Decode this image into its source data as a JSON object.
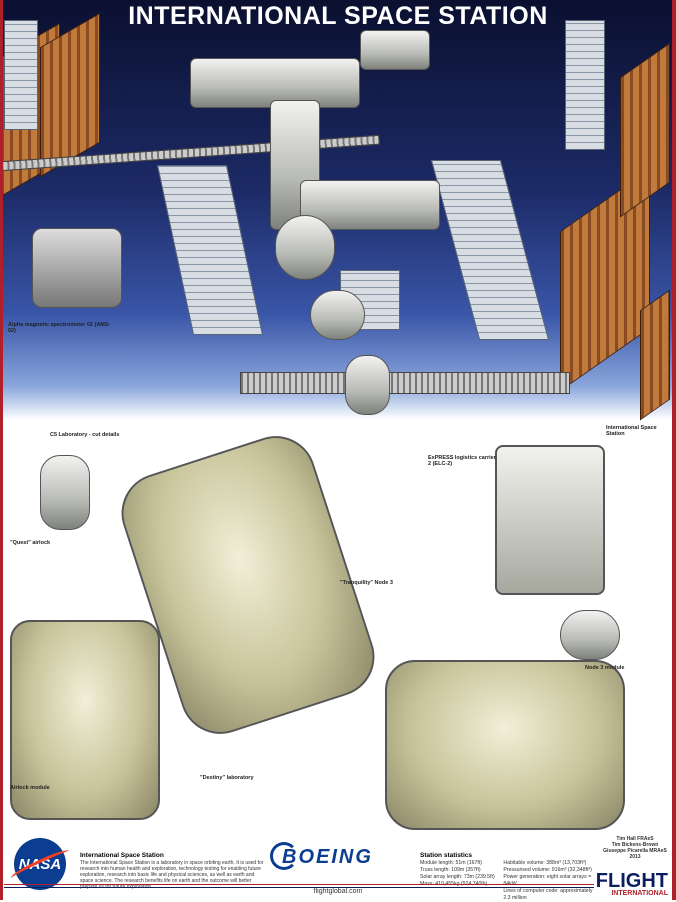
{
  "title": "INTERNATIONAL SPACE STATION",
  "labels": {
    "ams": "Alpha magnetic spectrometer 02 (AMS-02)",
    "lab_cutaway": "C5 Laboratory - cut details",
    "quest": "\"Quest\" airlock",
    "destiny": "\"Destiny\" laboratory",
    "tranquility": "\"Tranquility\" Node 3",
    "elc": "ExPRESS logistics carrier 2 (ELC-2)",
    "key": "International Space Station",
    "node3": "Node 3 module",
    "airlock": "Airlock module"
  },
  "about": {
    "heading": "International Space Station",
    "text": "The International Space Station is a laboratory in space orbiting earth. It is used for research into human health and exploration, technology testing for enabling future exploration, research into basic life and physical sciences, as well as earth and space science. The research benefits life on earth and the outcome will better prepare us for future exploration."
  },
  "stats": {
    "heading": "Station statistics",
    "left": [
      "Module length: 51m (167ft)",
      "Truss length: 109m (357ft)",
      "Solar array length: 73m (239.5ft)",
      "Mass: 419,455kg (924,740lb)"
    ],
    "right": [
      "Habitable volume: 388m³ (13,703ft³)",
      "Pressurised volume: 916m³ (32,348ft³)",
      "Power generation: eight solar arrays = 84kW",
      "Lines of computer code: approximately 2.3 million"
    ]
  },
  "credits": [
    "Tim Hall FRAeS",
    "Tim Bickens-Brown",
    "Giuseppe Picarella MRAeS",
    "2013"
  ],
  "logos": {
    "nasa": "NASA",
    "boeing": "BOEING",
    "flight": "FLIGHT",
    "flight_sub": "INTERNATIONAL"
  },
  "url": "flightglobal.com",
  "colors": {
    "accent_red": "#b0202a",
    "navy": "#0b1f5e",
    "nasa_blue": "#0b3d91"
  }
}
